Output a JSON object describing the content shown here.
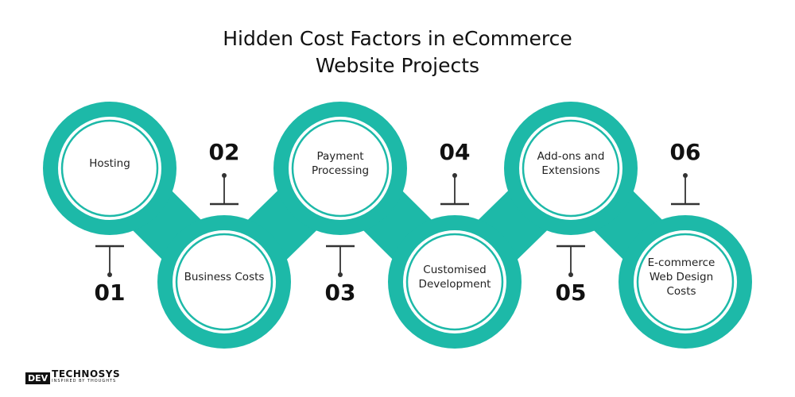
{
  "title_line1": "Hidden Cost Factors in eCommerce",
  "title_line2": "Website Projects",
  "accent_color": "#1db9a8",
  "items": [
    {
      "number": "01",
      "label": "Hosting"
    },
    {
      "number": "02",
      "label": "Business Costs"
    },
    {
      "number": "03",
      "label": "Payment Processing"
    },
    {
      "number": "04",
      "label": "Customised Development"
    },
    {
      "number": "05",
      "label": "Add-ons and Extensions"
    },
    {
      "number": "06",
      "label": "E-commerce Web Design Costs"
    }
  ],
  "logo": {
    "mark": "DEV",
    "brand": "TECHNOSYS",
    "tagline": "INSPIRED BY THOUGHTS"
  }
}
